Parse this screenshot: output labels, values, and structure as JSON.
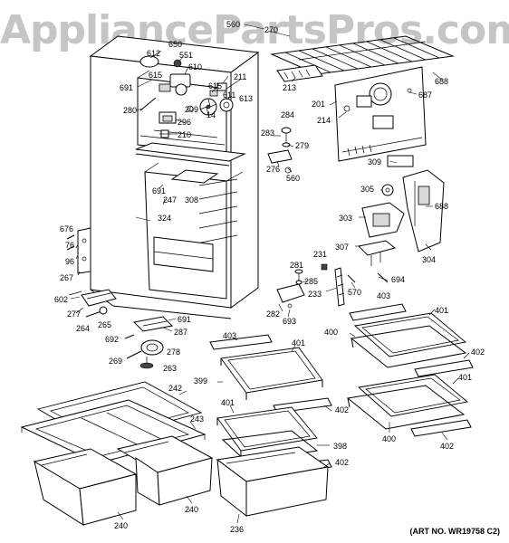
{
  "watermark": "AppliancePartsPros.com",
  "art_number": "(ART NO. WR19758 C2)",
  "callouts": [
    {
      "id": "560-top",
      "label": "560"
    },
    {
      "id": "270",
      "label": "270"
    },
    {
      "id": "650",
      "label": "650"
    },
    {
      "id": "612",
      "label": "612"
    },
    {
      "id": "551",
      "label": "551"
    },
    {
      "id": "615a",
      "label": "615"
    },
    {
      "id": "610",
      "label": "610"
    },
    {
      "id": "691a",
      "label": "691"
    },
    {
      "id": "211",
      "label": "211"
    },
    {
      "id": "615b",
      "label": "615"
    },
    {
      "id": "611",
      "label": "611"
    },
    {
      "id": "613",
      "label": "613"
    },
    {
      "id": "209",
      "label": "209"
    },
    {
      "id": "14",
      "label": "14"
    },
    {
      "id": "280",
      "label": "280"
    },
    {
      "id": "296",
      "label": "296"
    },
    {
      "id": "210",
      "label": "210"
    },
    {
      "id": "213",
      "label": "213"
    },
    {
      "id": "688a",
      "label": "688"
    },
    {
      "id": "201",
      "label": "201"
    },
    {
      "id": "687",
      "label": "687"
    },
    {
      "id": "214",
      "label": "214"
    },
    {
      "id": "284",
      "label": "284"
    },
    {
      "id": "283",
      "label": "283"
    },
    {
      "id": "279",
      "label": "279"
    },
    {
      "id": "276",
      "label": "276"
    },
    {
      "id": "560-mid",
      "label": "560"
    },
    {
      "id": "309",
      "label": "309"
    },
    {
      "id": "691b",
      "label": "691"
    },
    {
      "id": "247",
      "label": "247"
    },
    {
      "id": "308",
      "label": "308"
    },
    {
      "id": "324",
      "label": "324"
    },
    {
      "id": "305",
      "label": "305"
    },
    {
      "id": "688b",
      "label": "688"
    },
    {
      "id": "303",
      "label": "303"
    },
    {
      "id": "676",
      "label": "676"
    },
    {
      "id": "76",
      "label": "76"
    },
    {
      "id": "96",
      "label": "96"
    },
    {
      "id": "267",
      "label": "267"
    },
    {
      "id": "307",
      "label": "307"
    },
    {
      "id": "304",
      "label": "304"
    },
    {
      "id": "231",
      "label": "231"
    },
    {
      "id": "281",
      "label": "281"
    },
    {
      "id": "694",
      "label": "694"
    },
    {
      "id": "285",
      "label": "285"
    },
    {
      "id": "233",
      "label": "233"
    },
    {
      "id": "570",
      "label": "570"
    },
    {
      "id": "602",
      "label": "602"
    },
    {
      "id": "403a",
      "label": "403"
    },
    {
      "id": "282",
      "label": "282"
    },
    {
      "id": "693",
      "label": "693"
    },
    {
      "id": "401a",
      "label": "401"
    },
    {
      "id": "277",
      "label": "277"
    },
    {
      "id": "691c",
      "label": "691"
    },
    {
      "id": "264",
      "label": "264"
    },
    {
      "id": "265",
      "label": "265"
    },
    {
      "id": "287",
      "label": "287"
    },
    {
      "id": "400a",
      "label": "400"
    },
    {
      "id": "692",
      "label": "692"
    },
    {
      "id": "403b",
      "label": "403"
    },
    {
      "id": "401b",
      "label": "401"
    },
    {
      "id": "402a",
      "label": "402"
    },
    {
      "id": "278",
      "label": "278"
    },
    {
      "id": "269",
      "label": "269"
    },
    {
      "id": "263",
      "label": "263"
    },
    {
      "id": "401c",
      "label": "401"
    },
    {
      "id": "399",
      "label": "399"
    },
    {
      "id": "402b",
      "label": "402"
    },
    {
      "id": "242",
      "label": "242"
    },
    {
      "id": "401d",
      "label": "401"
    },
    {
      "id": "243",
      "label": "243"
    },
    {
      "id": "400b",
      "label": "400"
    },
    {
      "id": "398",
      "label": "398"
    },
    {
      "id": "402c",
      "label": "402"
    },
    {
      "id": "402d",
      "label": "402"
    },
    {
      "id": "240a",
      "label": "240"
    },
    {
      "id": "240b",
      "label": "240"
    },
    {
      "id": "236",
      "label": "236"
    }
  ]
}
